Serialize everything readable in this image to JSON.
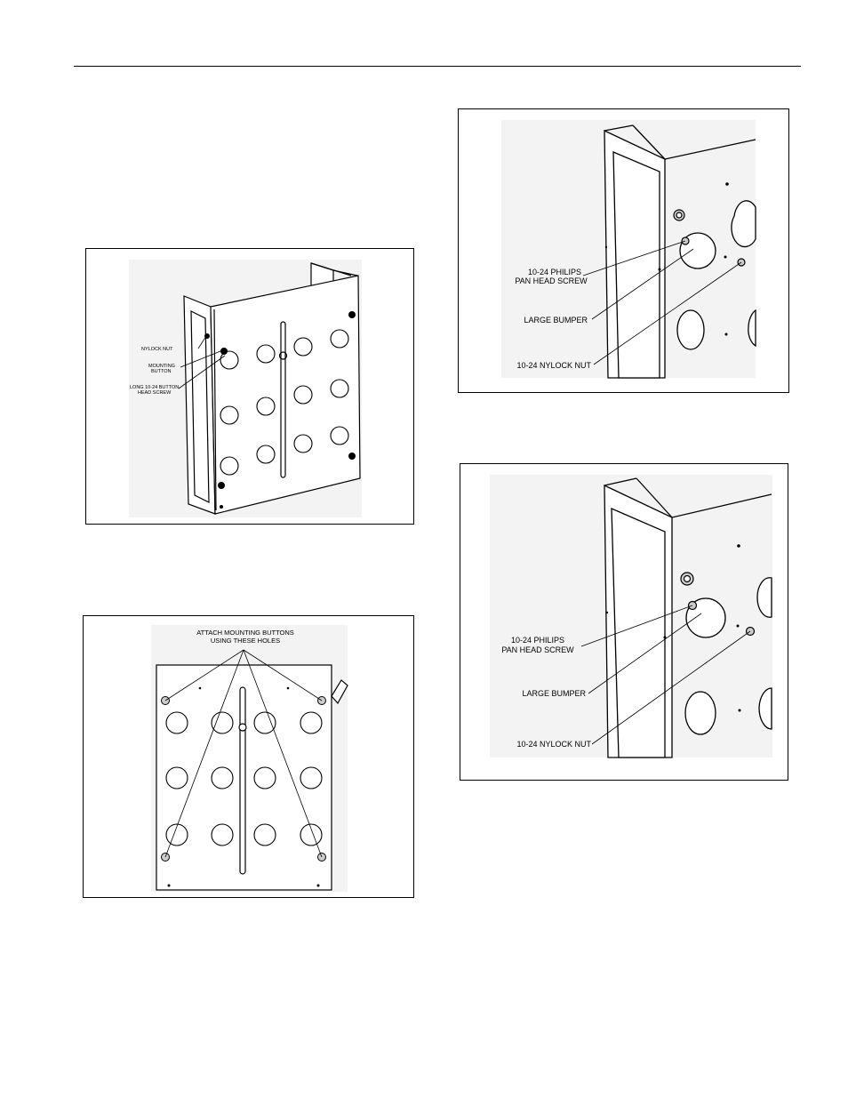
{
  "figures": {
    "fig1": {
      "labels": {
        "nylock_nut": "NYLOCK NUT",
        "mounting_button_1": "MOUNTING",
        "mounting_button_2": "BUTTON",
        "long_screw_1": "LONG 10-24 BUTTON",
        "long_screw_2": "HEAD SCREW"
      }
    },
    "fig2": {
      "labels": {
        "attach_1": "ATTACH MOUNTING BUTTONS",
        "attach_2": "USING THESE HOLES"
      }
    },
    "fig3": {
      "labels": {
        "screw_1": "10-24 PHILIPS",
        "screw_2": "PAN HEAD SCREW",
        "bumper": "LARGE BUMPER",
        "nut": "10-24 NYLOCK NUT"
      }
    },
    "fig4": {
      "labels": {
        "screw_1": "10-24 PHILIPS",
        "screw_2": "PAN HEAD SCREW",
        "bumper": "LARGE BUMPER",
        "nut": "10-24 NYLOCK NUT"
      }
    }
  }
}
